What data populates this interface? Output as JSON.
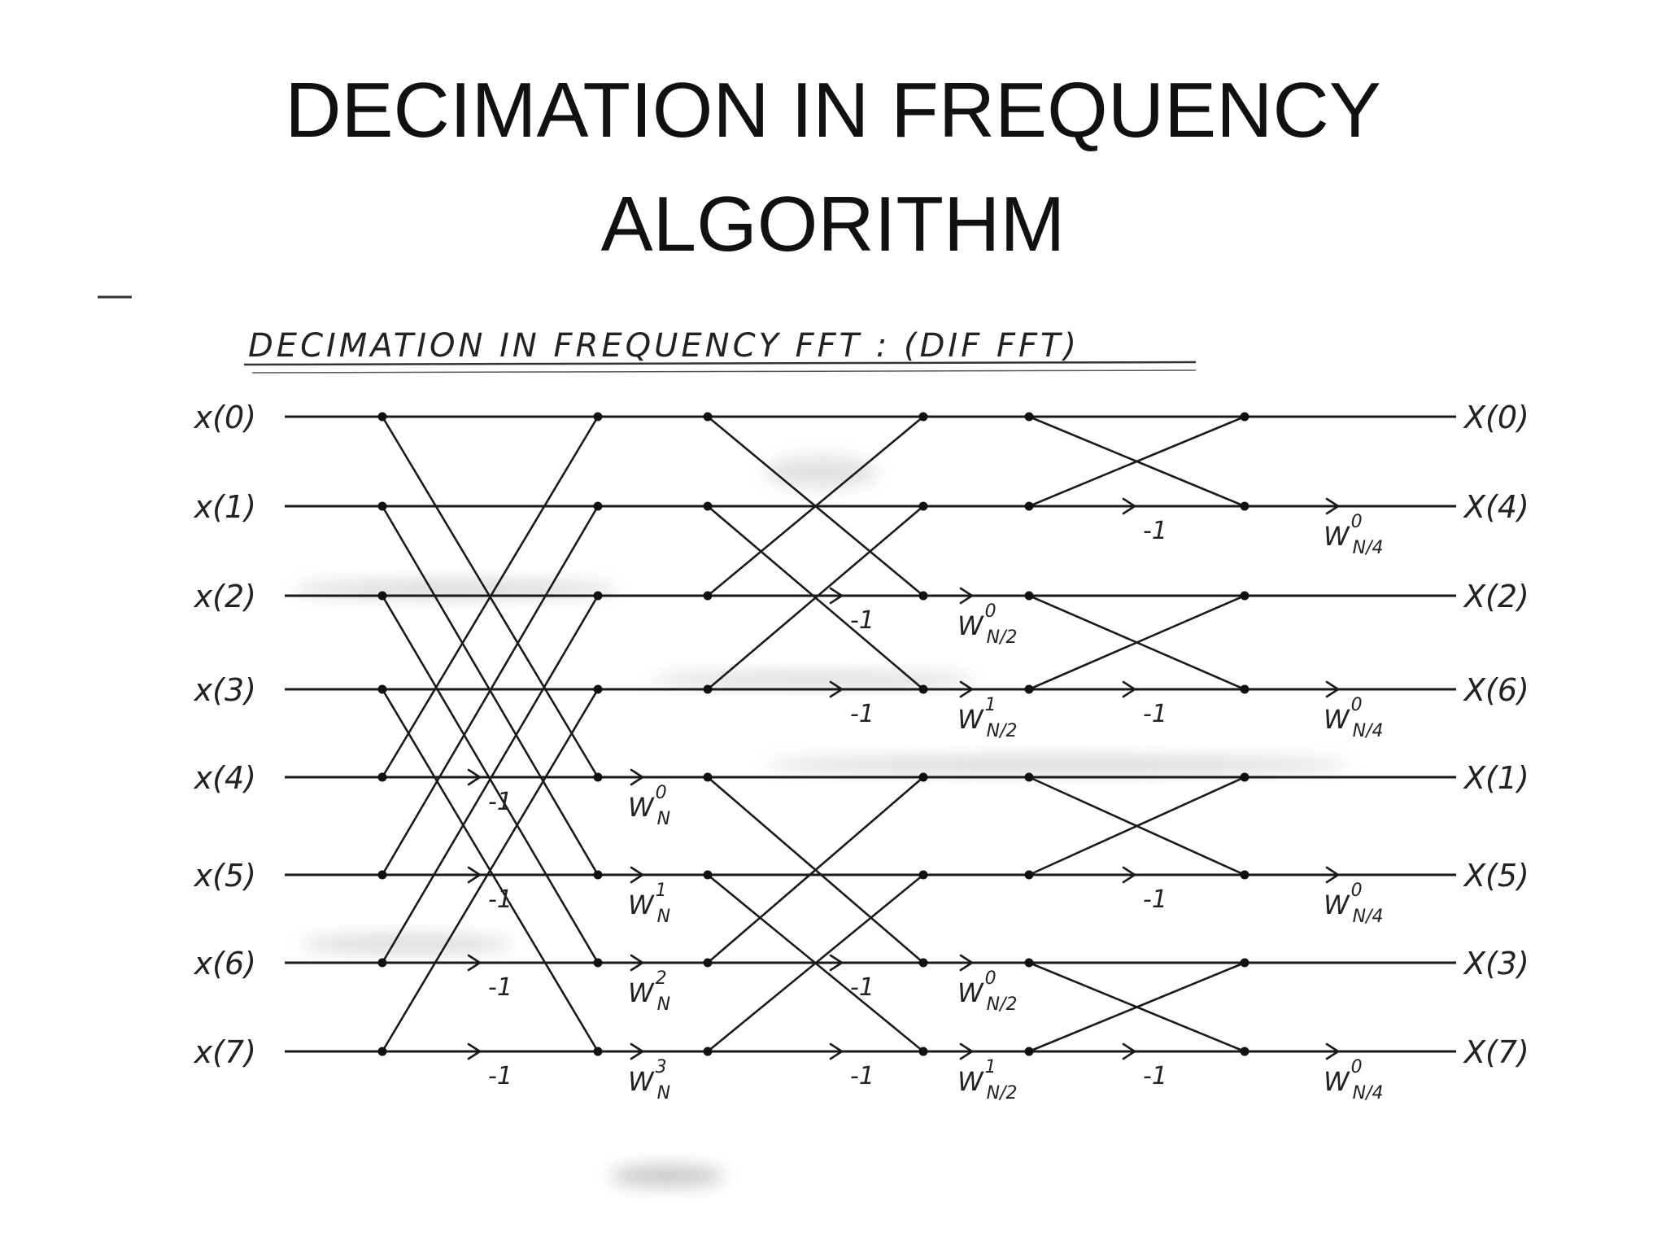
{
  "title": {
    "line1": "DECIMATION IN FREQUENCY",
    "line2": "ALGORITHM"
  },
  "diagram": {
    "heading": "DECIMATION IN FREQUENCY FFT : (DIF FFT)",
    "inputs": [
      "x(0)",
      "x(1)",
      "x(2)",
      "x(3)",
      "x(4)",
      "x(5)",
      "x(6)",
      "x(7)"
    ],
    "outputs": [
      "X(0)",
      "X(4)",
      "X(2)",
      "X(6)",
      "X(1)",
      "X(5)",
      "X(3)",
      "X(7)"
    ],
    "stage1": {
      "minus_one_rows": [
        4,
        5,
        6,
        7
      ],
      "minus_one_label": "-1",
      "twiddles": [
        {
          "row": 4,
          "base": "W",
          "sub": "N",
          "sup": "0"
        },
        {
          "row": 5,
          "base": "W",
          "sub": "N",
          "sup": "1"
        },
        {
          "row": 6,
          "base": "W",
          "sub": "N",
          "sup": "2"
        },
        {
          "row": 7,
          "base": "W",
          "sub": "N",
          "sup": "3"
        }
      ]
    },
    "stage2": {
      "minus_one_rows": [
        2,
        3,
        6,
        7
      ],
      "minus_one_label": "-1",
      "twiddles": [
        {
          "row": 2,
          "base": "W",
          "sub": "N/2",
          "sup": "0"
        },
        {
          "row": 3,
          "base": "W",
          "sub": "N/2",
          "sup": "1"
        },
        {
          "row": 6,
          "base": "W",
          "sub": "N/2",
          "sup": "0"
        },
        {
          "row": 7,
          "base": "W",
          "sub": "N/2",
          "sup": "1"
        }
      ]
    },
    "stage3": {
      "minus_one_rows": [
        1,
        3,
        5,
        7
      ],
      "minus_one_label": "-1",
      "twiddles": [
        {
          "row": 1,
          "base": "W",
          "sub": "N/4",
          "sup": "0"
        },
        {
          "row": 3,
          "base": "W",
          "sub": "N/4",
          "sup": "0"
        },
        {
          "row": 5,
          "base": "W",
          "sub": "N/4",
          "sup": "0"
        },
        {
          "row": 7,
          "base": "W",
          "sub": "N/4",
          "sup": "0"
        }
      ]
    }
  }
}
